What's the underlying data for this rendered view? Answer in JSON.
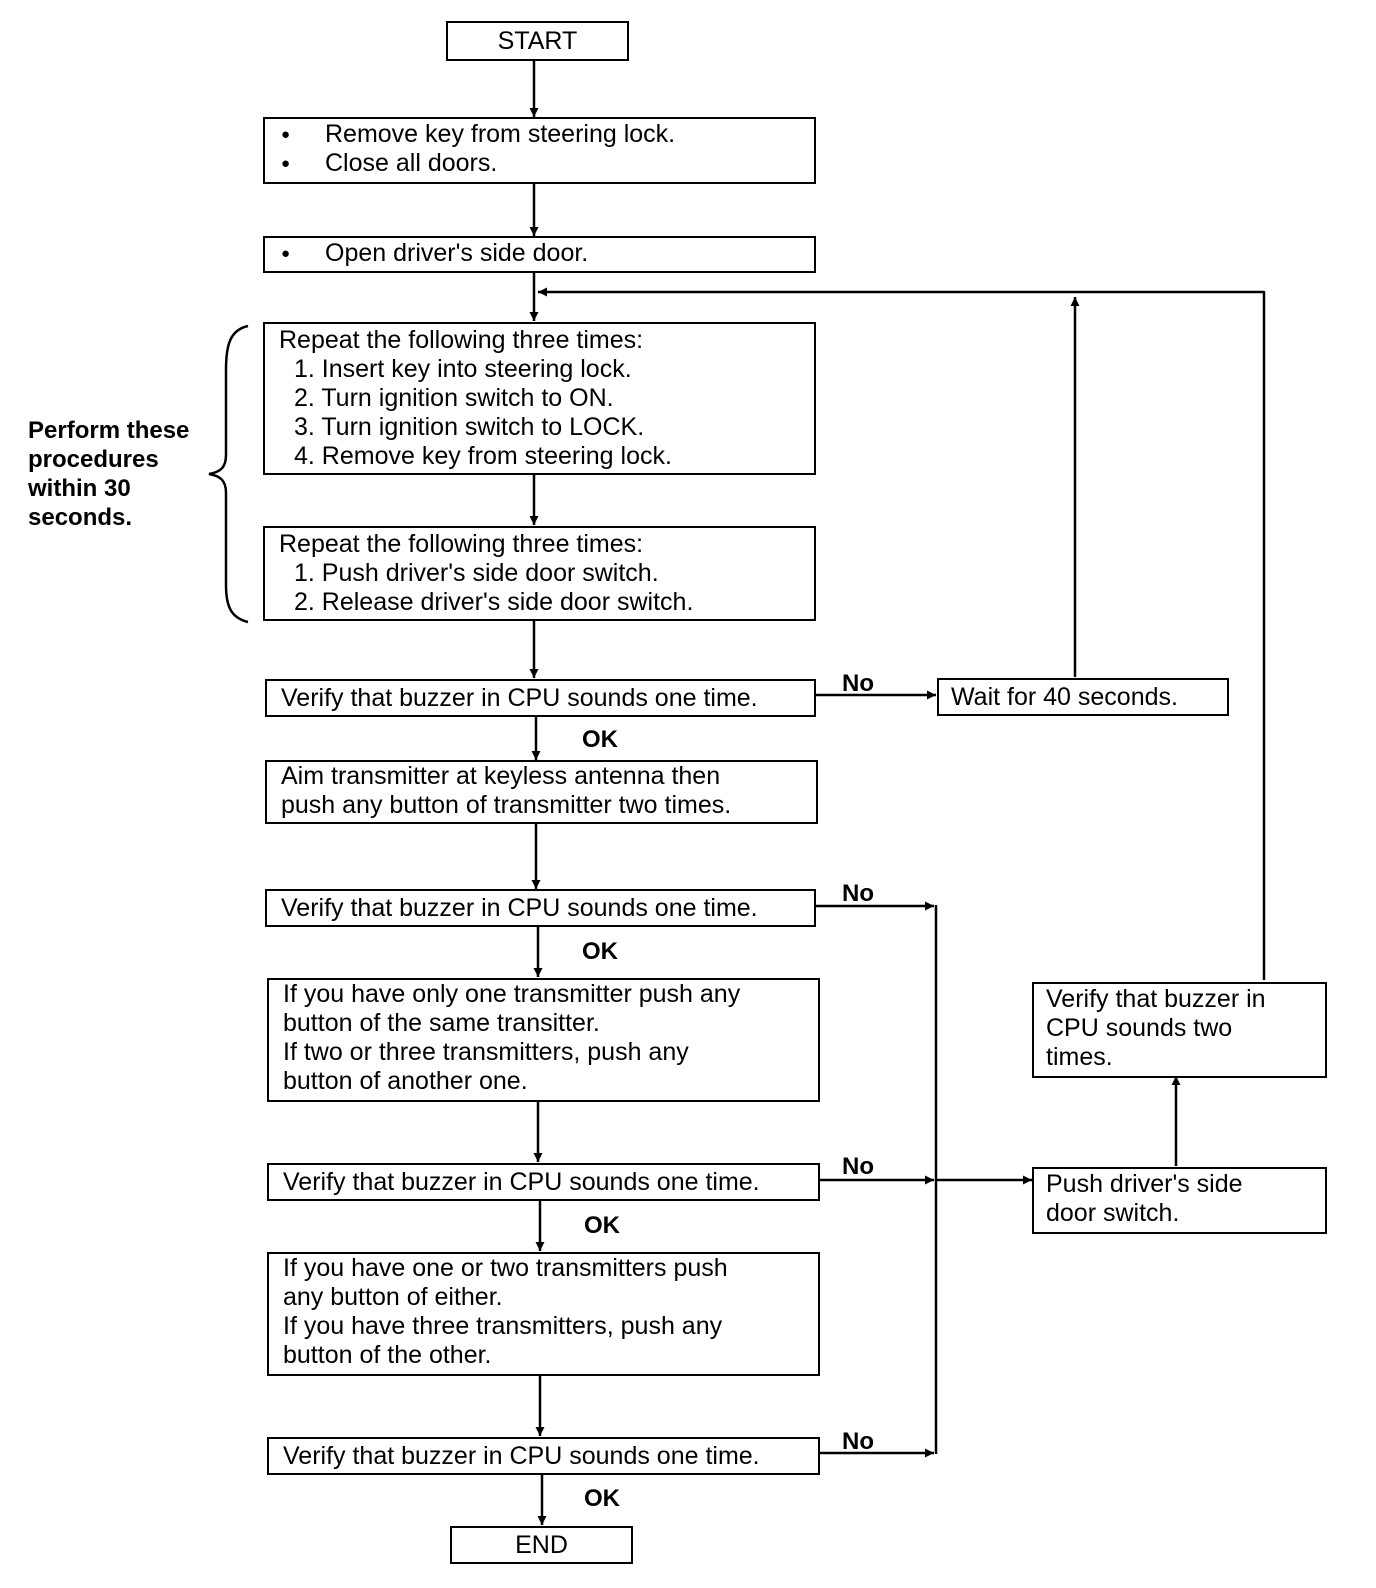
{
  "start": "START",
  "end": "END",
  "prep": {
    "line1": "Remove key from steering lock.",
    "line2": "Close all doors."
  },
  "open_door": "Open driver's side door.",
  "repeat1": {
    "heading": "Repeat the following three times:",
    "step1": "1. Insert key into steering lock.",
    "step2": "2. Turn ignition switch to ON.",
    "step3": "3. Turn ignition switch to LOCK.",
    "step4": "4. Remove key from steering lock."
  },
  "repeat2": {
    "heading": "Repeat the following three times:",
    "step1": "1. Push driver's side door switch.",
    "step2": "2. Release driver's side door switch."
  },
  "side_note": {
    "line1": "Perform these",
    "line2": "procedures",
    "line3": "within 30",
    "line4": "seconds."
  },
  "verify_one": "Verify that buzzer in CPU sounds one time.",
  "wait": "Wait for 40 seconds.",
  "aim": {
    "line1": "Aim transmitter at keyless antenna then",
    "line2": "push any button of transmitter two times."
  },
  "if_one": {
    "line1": "If you have only one transmitter push any",
    "line2": "button of the same transitter.",
    "line3": "If two or three transmitters, push any",
    "line4": "button of another one."
  },
  "if_two": {
    "line1": "If you have one or two transmitters push",
    "line2": "any button of either.",
    "line3": "If you have three transmitters, push any",
    "line4": "button of the other."
  },
  "verify_two": {
    "line1": "Verify that buzzer in",
    "line2": "CPU sounds two",
    "line3": "times."
  },
  "push_switch": {
    "line1": "Push driver's side",
    "line2": "door switch."
  },
  "labels": {
    "no": "No",
    "ok": "OK"
  }
}
